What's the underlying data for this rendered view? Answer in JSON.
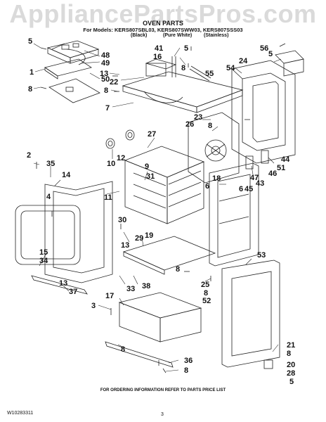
{
  "watermark": "AppliancePartsPros.com",
  "header": {
    "title": "OVEN PARTS",
    "models": "For Models: KERS807SBL03, KERS807SWW03, KERS807SSS03",
    "finishes": [
      "(Black)",
      "(Pure White)",
      "(Stainless)"
    ]
  },
  "callouts": [
    {
      "id": "c5a",
      "label": "5"
    },
    {
      "id": "c48",
      "label": "48"
    },
    {
      "id": "c49",
      "label": "49"
    },
    {
      "id": "c1",
      "label": "1"
    },
    {
      "id": "c50",
      "label": "50"
    },
    {
      "id": "c8a",
      "label": "8"
    },
    {
      "id": "c13a",
      "label": "13"
    },
    {
      "id": "c22",
      "label": "22"
    },
    {
      "id": "c8b",
      "label": "8"
    },
    {
      "id": "c7",
      "label": "7"
    },
    {
      "id": "c41",
      "label": "41"
    },
    {
      "id": "c5b",
      "label": "5"
    },
    {
      "id": "c16",
      "label": "16"
    },
    {
      "id": "c8c",
      "label": "8"
    },
    {
      "id": "c55",
      "label": "55"
    },
    {
      "id": "c56",
      "label": "56"
    },
    {
      "id": "c5c",
      "label": "5"
    },
    {
      "id": "c24",
      "label": "24"
    },
    {
      "id": "c54",
      "label": "54"
    },
    {
      "id": "c23",
      "label": "23"
    },
    {
      "id": "c26",
      "label": "26"
    },
    {
      "id": "c8d",
      "label": "8"
    },
    {
      "id": "c27",
      "label": "27"
    },
    {
      "id": "c12",
      "label": "12"
    },
    {
      "id": "c10",
      "label": "10"
    },
    {
      "id": "c9",
      "label": "9"
    },
    {
      "id": "c31",
      "label": "31"
    },
    {
      "id": "c2",
      "label": "2"
    },
    {
      "id": "c35",
      "label": "35"
    },
    {
      "id": "c14",
      "label": "14"
    },
    {
      "id": "c4",
      "label": "4"
    },
    {
      "id": "c11",
      "label": "11"
    },
    {
      "id": "c18",
      "label": "18"
    },
    {
      "id": "c6a",
      "label": "6"
    },
    {
      "id": "c6b",
      "label": "6"
    },
    {
      "id": "c45",
      "label": "45"
    },
    {
      "id": "c47",
      "label": "47"
    },
    {
      "id": "c46",
      "label": "46"
    },
    {
      "id": "c51",
      "label": "51"
    },
    {
      "id": "c44",
      "label": "44"
    },
    {
      "id": "c43",
      "label": "43"
    },
    {
      "id": "c19",
      "label": "19"
    },
    {
      "id": "c30",
      "label": "30"
    },
    {
      "id": "c29",
      "label": "29"
    },
    {
      "id": "c13b",
      "label": "13"
    },
    {
      "id": "c15",
      "label": "15"
    },
    {
      "id": "c34",
      "label": "34"
    },
    {
      "id": "c53",
      "label": "53"
    },
    {
      "id": "c8e",
      "label": "8"
    },
    {
      "id": "c25",
      "label": "25"
    },
    {
      "id": "c8f",
      "label": "8"
    },
    {
      "id": "c52",
      "label": "52"
    },
    {
      "id": "c13c",
      "label": "13"
    },
    {
      "id": "c37",
      "label": "37"
    },
    {
      "id": "c17",
      "label": "17"
    },
    {
      "id": "c33",
      "label": "33"
    },
    {
      "id": "c38",
      "label": "38"
    },
    {
      "id": "c3",
      "label": "3"
    },
    {
      "id": "c8g",
      "label": "8"
    },
    {
      "id": "c21",
      "label": "21"
    },
    {
      "id": "c8h",
      "label": "8"
    },
    {
      "id": "c20",
      "label": "20"
    },
    {
      "id": "c28",
      "label": "28"
    },
    {
      "id": "c5d",
      "label": "5"
    },
    {
      "id": "c36",
      "label": "36"
    },
    {
      "id": "c8i",
      "label": "8"
    }
  ],
  "footer": {
    "order_note": "FOR ORDERING INFORMATION REFER TO PARTS PRICE LIST",
    "doc_id": "W10283311",
    "page": "3"
  }
}
